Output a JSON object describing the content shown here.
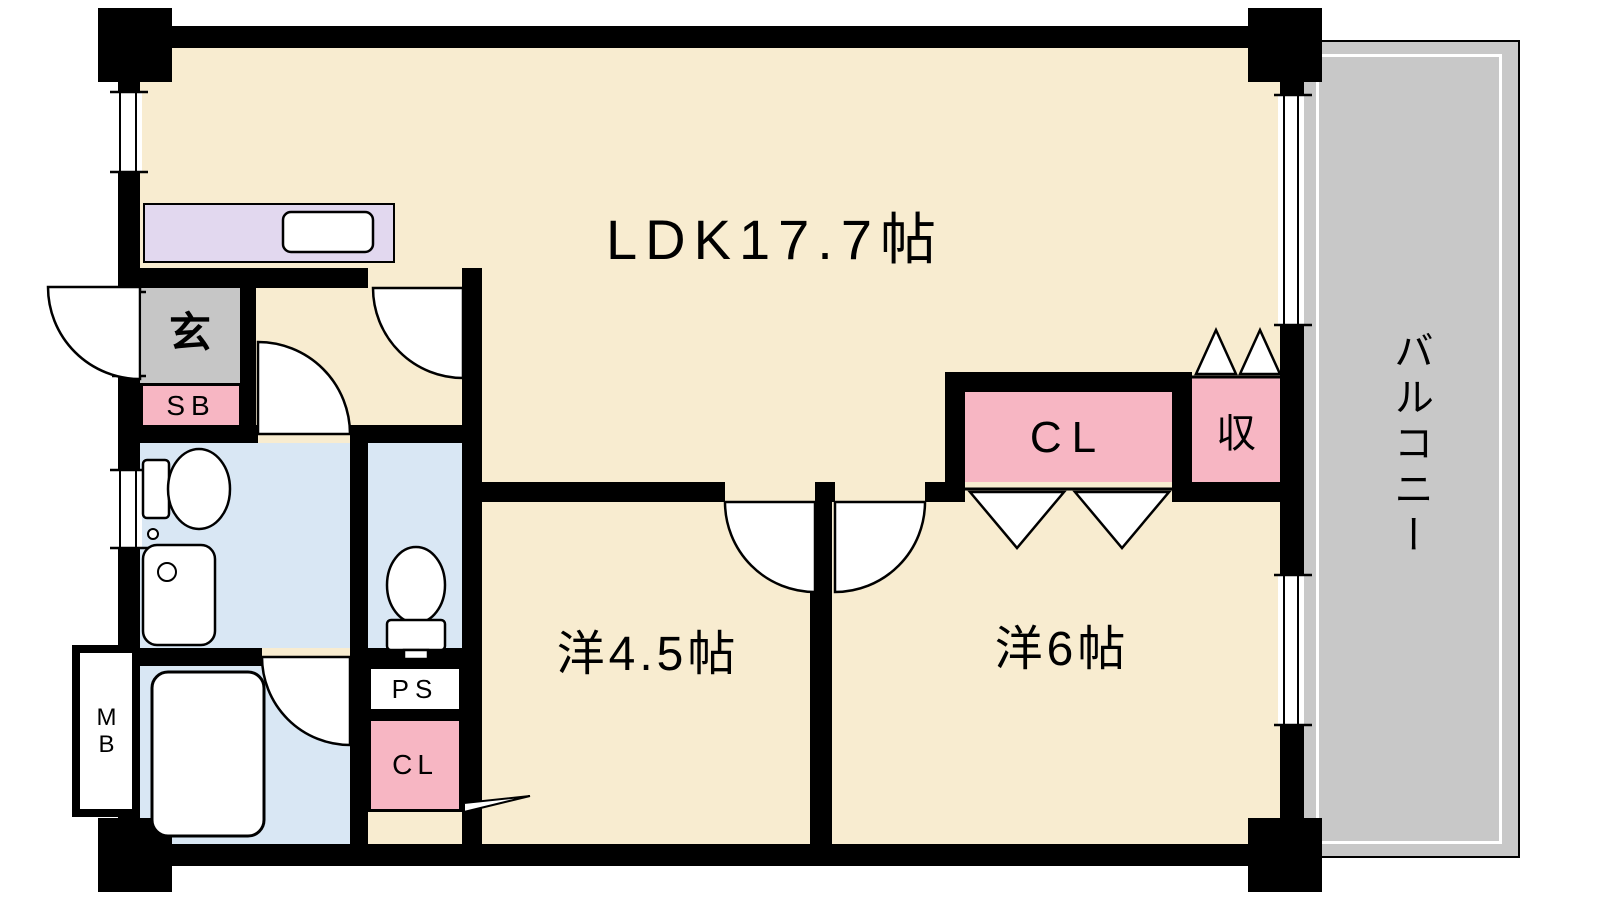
{
  "plan": {
    "rooms": {
      "ldk": "LDK17.7帖",
      "western_45": "洋4.5帖",
      "western_6": "洋6帖",
      "balcony": "バルコニー",
      "entrance": "玄",
      "shoe_box": "SB",
      "closet_main": "CL",
      "storage": "収",
      "pipe_space": "PS",
      "closet_small": "CL",
      "meter_box": "MB"
    },
    "colors": {
      "floor": "#f8ecd0",
      "wet_area": "#d9e7f4",
      "closet": "#f7b6c3",
      "counter": "#e2d8ef",
      "balcony": "#c8c8c8",
      "entrance_floor": "#c6c6c6",
      "wall": "#000000"
    }
  }
}
